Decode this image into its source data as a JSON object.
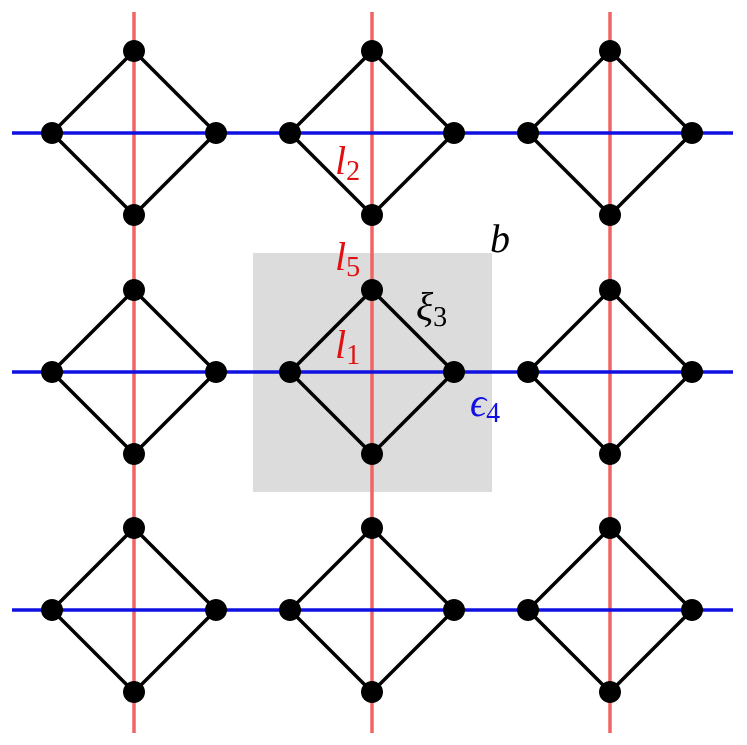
{
  "colors": {
    "background": "#ffffff",
    "vertical_line": "#f06464",
    "horizontal_line": "#1010e0",
    "edge": "#000000",
    "node": "#000000",
    "highlight": "#dcdcdc",
    "red_text": "#e01010",
    "blue_text": "#1010e0",
    "black_text": "#000000"
  },
  "labels": {
    "l2": {
      "main": "l",
      "sub": "2"
    },
    "l5": {
      "main": "l",
      "sub": "5"
    },
    "l1": {
      "main": "l",
      "sub": "1"
    },
    "xi3": {
      "main": "ξ",
      "sub": "3"
    },
    "eps4": {
      "main": "ϵ",
      "sub": "4"
    },
    "b": {
      "main": "b"
    }
  }
}
